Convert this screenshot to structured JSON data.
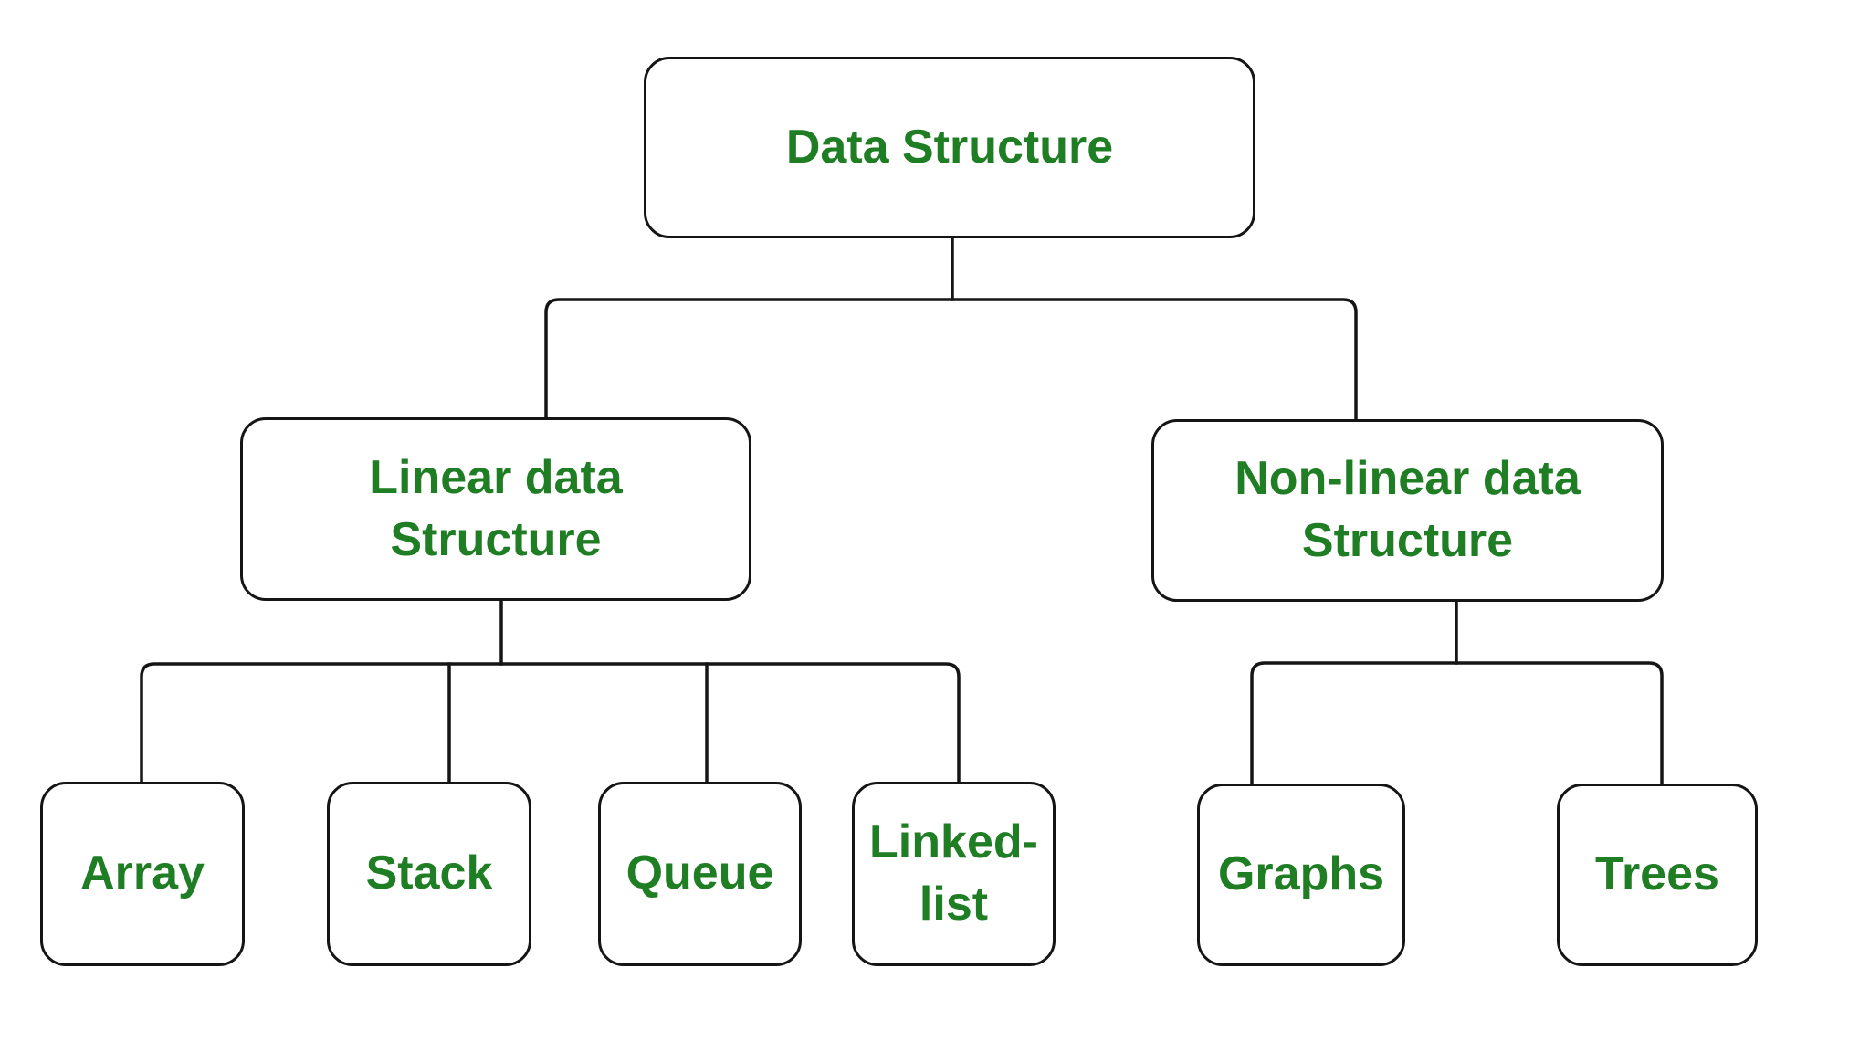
{
  "diagram": {
    "type": "tree",
    "background": "#ffffff",
    "line_color": "#151515",
    "label_color": "#1f7d23",
    "nodes": {
      "root": {
        "label": "Data Structure"
      },
      "linear": {
        "label": "Linear data\nStructure"
      },
      "nonlinear": {
        "label": "Non-linear data\nStructure"
      },
      "array": {
        "label": "Array"
      },
      "stack": {
        "label": "Stack"
      },
      "queue": {
        "label": "Queue"
      },
      "linkedlist": {
        "label": "Linked-\nlist"
      },
      "graphs": {
        "label": "Graphs"
      },
      "trees": {
        "label": "Trees"
      }
    },
    "edges": [
      [
        "Data Structure",
        "Linear data Structure"
      ],
      [
        "Data Structure",
        "Non-linear data Structure"
      ],
      [
        "Linear data Structure",
        "Array"
      ],
      [
        "Linear data Structure",
        "Stack"
      ],
      [
        "Linear data Structure",
        "Queue"
      ],
      [
        "Linear data Structure",
        "Linked-list"
      ],
      [
        "Non-linear data Structure",
        "Graphs"
      ],
      [
        "Non-linear data Structure",
        "Trees"
      ]
    ]
  }
}
